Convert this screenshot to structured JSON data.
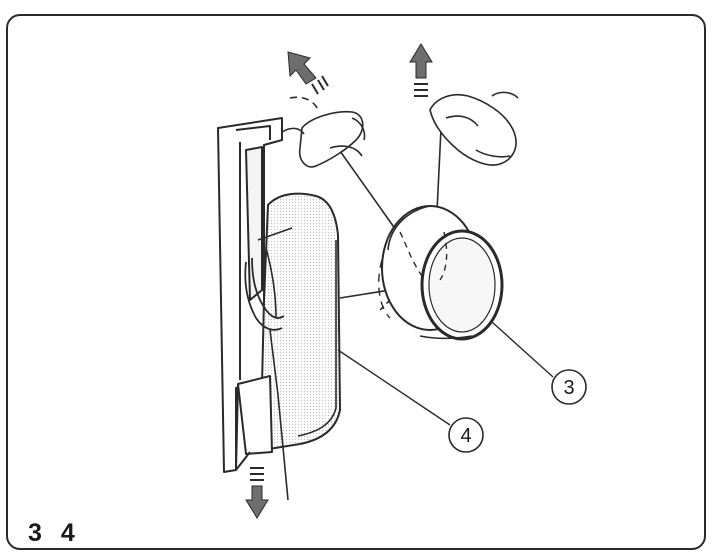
{
  "figure": {
    "number": "3 4"
  },
  "callouts": [
    {
      "id": "bobbin",
      "label": "3"
    },
    {
      "id": "bobbin-case",
      "label": "4"
    }
  ],
  "colors": {
    "line": "#2a2a2a",
    "arrow": "#6e6e6e",
    "tint": "#e4e4e4"
  }
}
